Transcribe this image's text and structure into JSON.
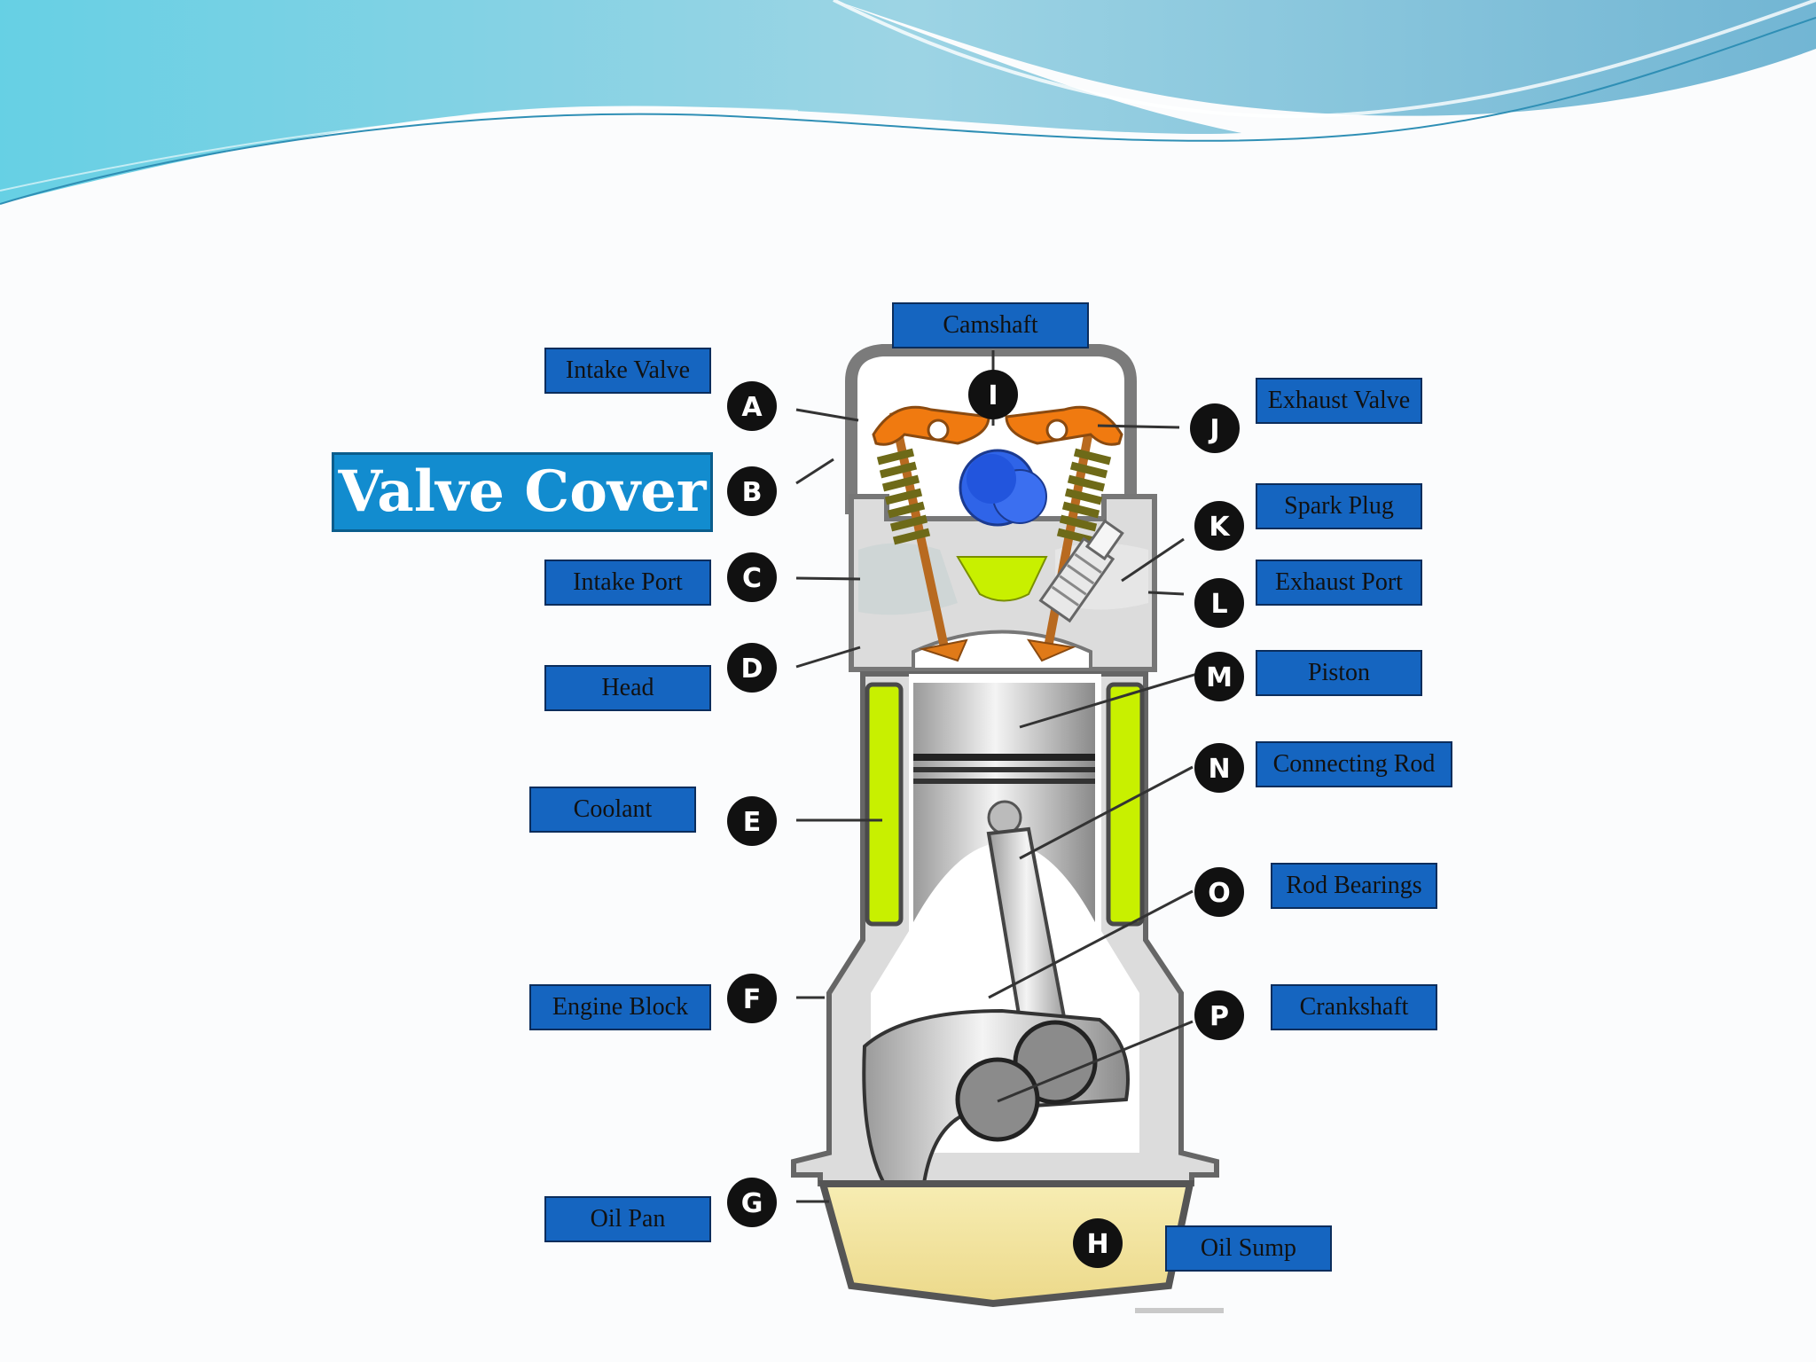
{
  "title": "Valve Cover",
  "labels": {
    "camshaft": "Camshaft",
    "intake_valve": "Intake Valve",
    "exhaust_valve": "Exhaust Valve",
    "spark_plug": "Spark Plug",
    "intake_port": "Intake Port",
    "exhaust_port": "Exhaust Port",
    "head": "Head",
    "piston": "Piston",
    "connecting_rod": "Connecting Rod",
    "coolant": "Coolant",
    "rod_bearings": "Rod Bearings",
    "engine_block": "Engine Block",
    "crankshaft": "Crankshaft",
    "oil_pan": "Oil Pan",
    "oil_sump": "Oil Sump"
  },
  "markers": [
    "A",
    "B",
    "C",
    "D",
    "E",
    "F",
    "G",
    "H",
    "I",
    "J",
    "K",
    "L",
    "M",
    "N",
    "O",
    "P"
  ],
  "colors": {
    "label_fill": "#1565c0",
    "title_fill": "#128ccf",
    "coolant": "#c8f000",
    "rocker_arm": "#f07a10",
    "camshaft_lobe": "#2f64e8",
    "oil": "#f3e39c"
  }
}
